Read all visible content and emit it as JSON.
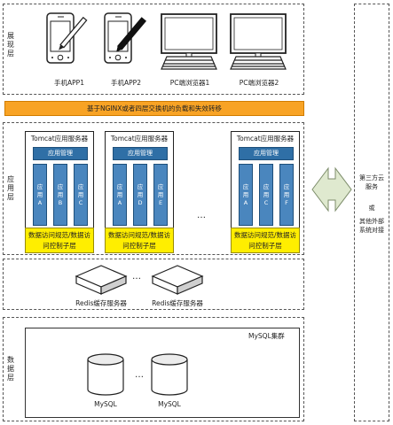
{
  "layers": {
    "presentation": "展现层",
    "application": "应用层",
    "data": "数据层"
  },
  "clients": [
    "手机APP1",
    "手机APP2",
    "PC端浏览器1",
    "PC端浏览器2"
  ],
  "load_balancer": "基于NGINX或者四层交换机的负载和失效转移",
  "tomcat_servers": [
    {
      "title": "Tomcat应用服务器",
      "app_mgmt": "应用管理",
      "apps": [
        [
          "应",
          "用",
          "A"
        ],
        [
          "应",
          "用",
          "B"
        ],
        [
          "应",
          "用",
          "C"
        ]
      ],
      "dao": "数据访问规范/数据访问控制子层"
    },
    {
      "title": "Tomcat应用服务器",
      "app_mgmt": "应用管理",
      "apps": [
        [
          "应",
          "用",
          "A"
        ],
        [
          "应",
          "用",
          "D"
        ],
        [
          "应",
          "用",
          "E"
        ]
      ],
      "dao": "数据访问规范/数据访问控制子层"
    },
    {
      "title": "Tomcat应用服务器",
      "app_mgmt": "应用管理",
      "apps": [
        [
          "应",
          "用",
          "A"
        ],
        [
          "应",
          "用",
          "C"
        ],
        [
          "应",
          "用",
          "F"
        ]
      ],
      "dao": "数据访问规范/数据访问控制子层"
    }
  ],
  "ellipsis": "…",
  "redis": [
    "Redis缓存服务器",
    "Redis缓存服务器"
  ],
  "mysql_cluster": "MySQL集群",
  "mysql": [
    "MySQL",
    "MySQL"
  ],
  "third_party": {
    "line1": "第三方云服务",
    "line2": "或",
    "line3": "其他外部系统对接"
  },
  "colors": {
    "load_balancer": "#f8a325",
    "app_mgmt": "#2f6fa6",
    "app": "#4a86be",
    "dao": "#ffee00",
    "arrow": "#dfe9cf"
  }
}
